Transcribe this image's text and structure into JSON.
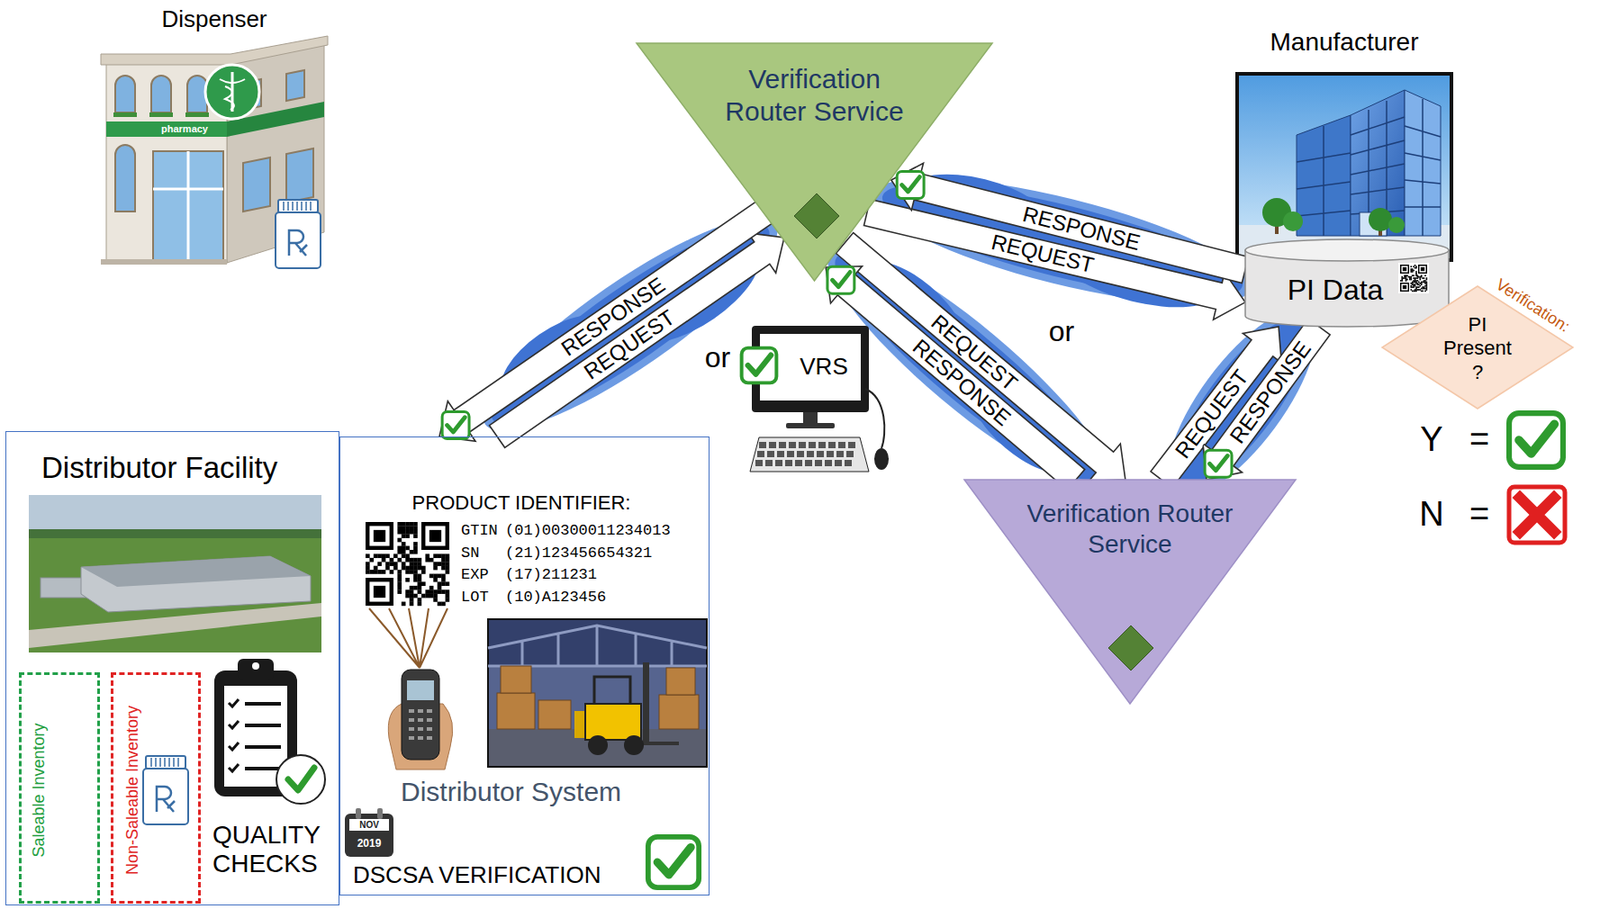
{
  "diagram": {
    "nodes": [
      {
        "text": [
          "Dispenser"
        ]
      },
      {
        "text": [
          "Verification Router Service"
        ]
      },
      {
        "text": [
          "Manufacturer"
        ]
      },
      {
        "text": [
          "PI Data"
        ],
        "in": 2
      },
      {
        "text": [
          "Verification:",
          "PI Present ?"
        ]
      },
      {
        "text": [
          "VRS"
        ]
      },
      {
        "text": [
          "Verification Router Service"
        ]
      },
      {
        "text": [
          "Distributor Facility"
        ]
      },
      {
        "text": [
          "Saleable Inventory"
        ],
        "in": 7
      },
      {
        "text": [
          "Non-Saleable Inventory"
        ],
        "in": 7
      },
      {
        "text": [
          "PRODUCT IDENTIFIER:",
          "Distributor System",
          "DSCSA VERIFICATION"
        ]
      }
    ],
    "edges": [
      {
        "from": 10,
        "to": 1,
        "label": "REQUEST",
        "arrow": "to"
      },
      {
        "from": 1,
        "to": 10,
        "label": "RESPONSE",
        "arrow": "to"
      },
      {
        "from": 1,
        "to": 3,
        "label": "REQUEST",
        "arrow": "to"
      },
      {
        "from": 3,
        "to": 1,
        "label": "RESPONSE",
        "arrow": "to"
      },
      {
        "from": 1,
        "to": 6,
        "label": "REQUEST",
        "arrow": "to"
      },
      {
        "from": 6,
        "to": 1,
        "label": "RESPONSE",
        "arrow": "to"
      },
      {
        "from": 6,
        "to": 3,
        "label": "REQUEST",
        "arrow": "to"
      },
      {
        "from": 3,
        "to": 6,
        "label": "RESPONSE",
        "arrow": "to"
      }
    ],
    "labels": [
      "pharmacy",
      "or",
      "or",
      "Y",
      "=",
      "N",
      "=",
      "GTIN",
      "(01)00300011234013",
      "SN",
      "(21)123456654321",
      "EXP",
      "(17)211231",
      "LOT",
      "(10)A123456",
      "NOV",
      "2019",
      "QUALITY CHECKS"
    ]
  }
}
